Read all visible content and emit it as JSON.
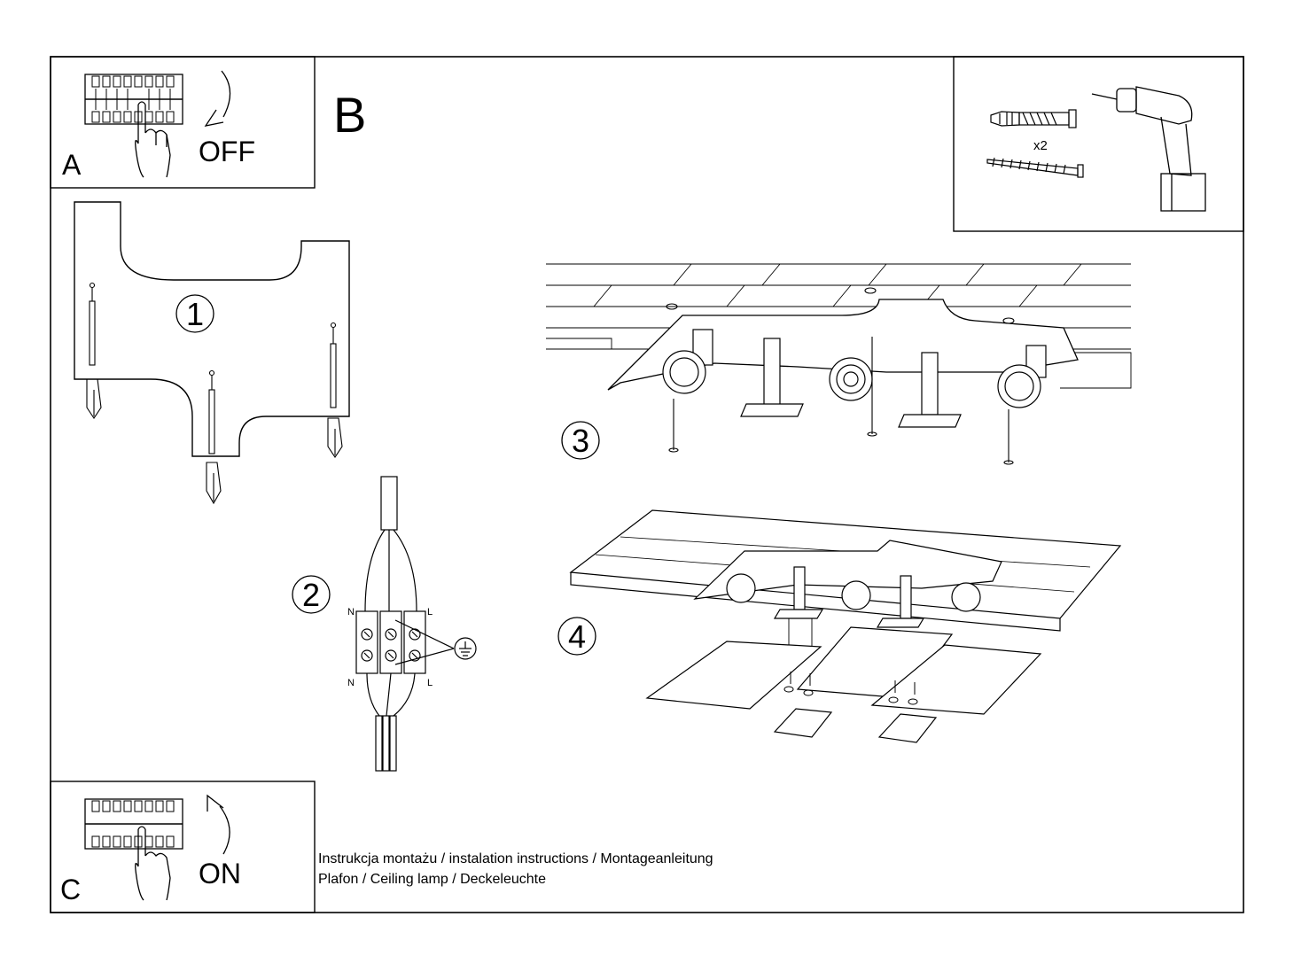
{
  "panels": {
    "A": {
      "letter": "A",
      "state": "OFF"
    },
    "B": {
      "letter": "B"
    },
    "C": {
      "letter": "C",
      "state": "ON"
    }
  },
  "tools": {
    "dowel_quantity": "x2"
  },
  "steps": [
    {
      "number": "1"
    },
    {
      "number": "2"
    },
    {
      "number": "3"
    },
    {
      "number": "4"
    }
  ],
  "wiring": {
    "top_left": "N",
    "top_right": "L",
    "bottom_left": "N",
    "bottom_right": "L"
  },
  "footer": {
    "line1": "Instrukcja montażu / instalation instructions / Montageanleitung",
    "line2": "Plafon / Ceiling lamp / Deckeleuchte"
  }
}
